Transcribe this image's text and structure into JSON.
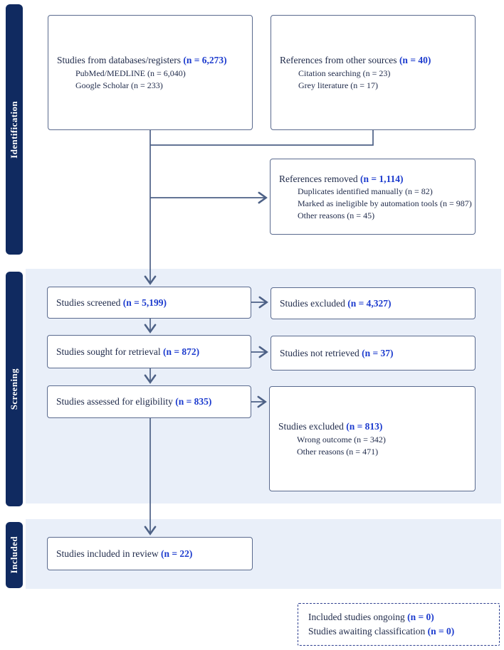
{
  "colors": {
    "sidebar_navy": "#102a60",
    "band_light_blue": "#e9eff9",
    "box_border": "#5a6a8e",
    "arrow": "#4d6186",
    "text_dark": "#1e2949",
    "count_blue": "#1c3bce",
    "dashed_border": "#2f4090"
  },
  "sidebar": {
    "identification": "Identification",
    "screening": "Screening",
    "included": "Included"
  },
  "boxes": {
    "databases": {
      "title": "Studies from databases/registers",
      "count": "(n = 6,273)",
      "items": [
        "PubMed/MEDLINE (n = 6,040)",
        "Google Scholar (n = 233)"
      ]
    },
    "other_sources": {
      "title": "References from other sources",
      "count": "(n = 40)",
      "items": [
        "Citation searching (n = 23)",
        "Grey literature (n = 17)"
      ]
    },
    "removed": {
      "title": "References removed",
      "count": "(n = 1,114)",
      "items": [
        "Duplicates identified manually (n = 82)",
        "Marked as ineligible by automation tools (n = 987)",
        "Other reasons (n = 45)"
      ]
    },
    "screened": {
      "title": "Studies screened",
      "count": "(n = 5,199)"
    },
    "excluded_screening": {
      "title": "Studies excluded",
      "count": "(n = 4,327)"
    },
    "sought": {
      "title": "Studies sought for retrieval",
      "count": "(n = 872)"
    },
    "not_retrieved": {
      "title": "Studies not retrieved",
      "count": "(n = 37)"
    },
    "assessed": {
      "title": "Studies assessed for eligibility",
      "count": "(n = 835)"
    },
    "excluded_eligibility": {
      "title": "Studies excluded",
      "count": "(n = 813)",
      "items": [
        "Wrong outcome (n = 342)",
        "Other reasons (n = 471)"
      ]
    },
    "included_review": {
      "title": "Studies included in review",
      "count": "(n = 22)"
    },
    "ongoing": {
      "lines": [
        {
          "text": "Included studies ongoing",
          "count": "(n = 0)"
        },
        {
          "text": "Studies awaiting classification",
          "count": "(n = 0)"
        }
      ]
    }
  }
}
